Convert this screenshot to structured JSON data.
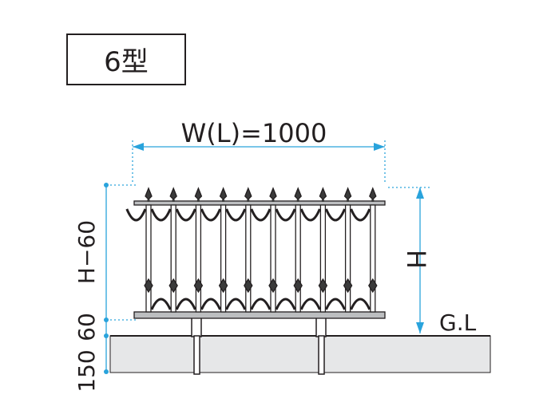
{
  "type_label": "6型",
  "dimensions": {
    "width": "W(L)=1000",
    "height": "H",
    "ground": "G.L",
    "left_upper": "H−60",
    "left_mid": "60",
    "left_lower": "150"
  },
  "colors": {
    "line": "#231f20",
    "dimension": "#29a3dc",
    "ground_fill": "#e6e7e8",
    "fence_fill": "#d7d8da",
    "fence_dark": "#3a3a3a"
  }
}
